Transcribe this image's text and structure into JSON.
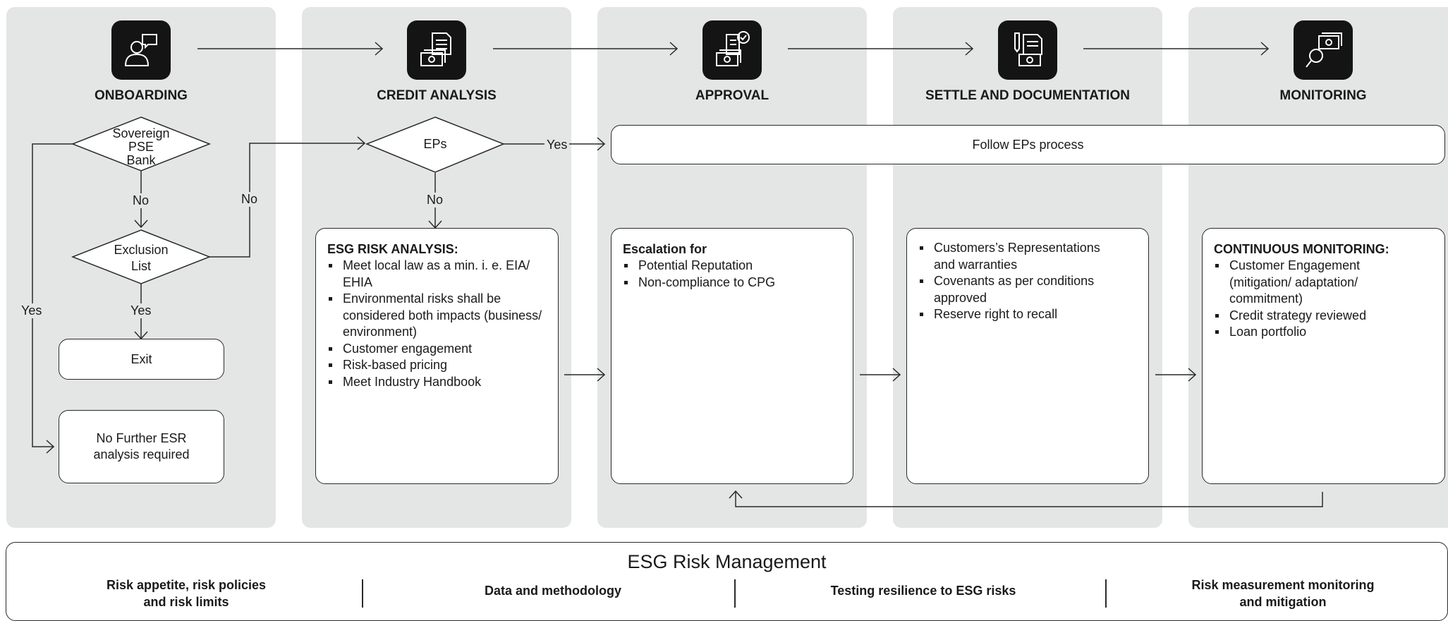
{
  "stages": [
    {
      "title": "ONBOARDING",
      "icon": "person-chat-icon"
    },
    {
      "title": "CREDIT ANALYSIS",
      "icon": "document-cash-icon"
    },
    {
      "title": "APPROVAL",
      "icon": "document-check-cash-icon"
    },
    {
      "title": "SETTLE AND DOCUMENTATION",
      "icon": "pen-document-cash-icon"
    },
    {
      "title": "MONITORING",
      "icon": "magnifier-cash-icon"
    }
  ],
  "onboarding": {
    "decision1": [
      "Sovereign",
      "PSE",
      "Bank"
    ],
    "decision2": [
      "Exclusion",
      "List"
    ],
    "no_label_1": "No",
    "no_label_2": "No",
    "yes_label_1": "Yes",
    "yes_label_2": "Yes",
    "exit": "Exit",
    "no_further": [
      "No Further ESR",
      "analysis required"
    ]
  },
  "credit_analysis": {
    "decision": "EPs",
    "yes_label": "Yes",
    "no_label": "No",
    "title": "ESG RISK ANALYSIS:",
    "items": [
      "Meet local law as a min. i. e. EIA/ EHIA",
      "Environmental risks shall be considered both impacts (business/ environment)",
      "Customer engagement",
      "Risk-based pricing",
      "Meet Industry Handbook"
    ]
  },
  "follow_eps": "Follow EPs process",
  "approval": {
    "title": "Escalation for",
    "items": [
      "Potential Reputation",
      "Non-compliance to CPG"
    ]
  },
  "settle": {
    "items": [
      "Customers’s Representations and warranties",
      "Covenants as per conditions approved",
      "Reserve right to recall"
    ]
  },
  "monitoring": {
    "title": "CONTINUOUS MONITORING:",
    "items": [
      "Customer Engagement (mitigation/ adaptation/ commitment)",
      "Credit strategy reviewed",
      "Loan portfolio"
    ]
  },
  "esg": {
    "title": "ESG Risk Management",
    "pillars": [
      [
        "Risk appetite, risk policies",
        "and risk limits"
      ],
      [
        "Data and methodology"
      ],
      [
        "Testing resilience to ESG risks"
      ],
      [
        "Risk measurement monitoring",
        "and mitigation"
      ]
    ]
  }
}
